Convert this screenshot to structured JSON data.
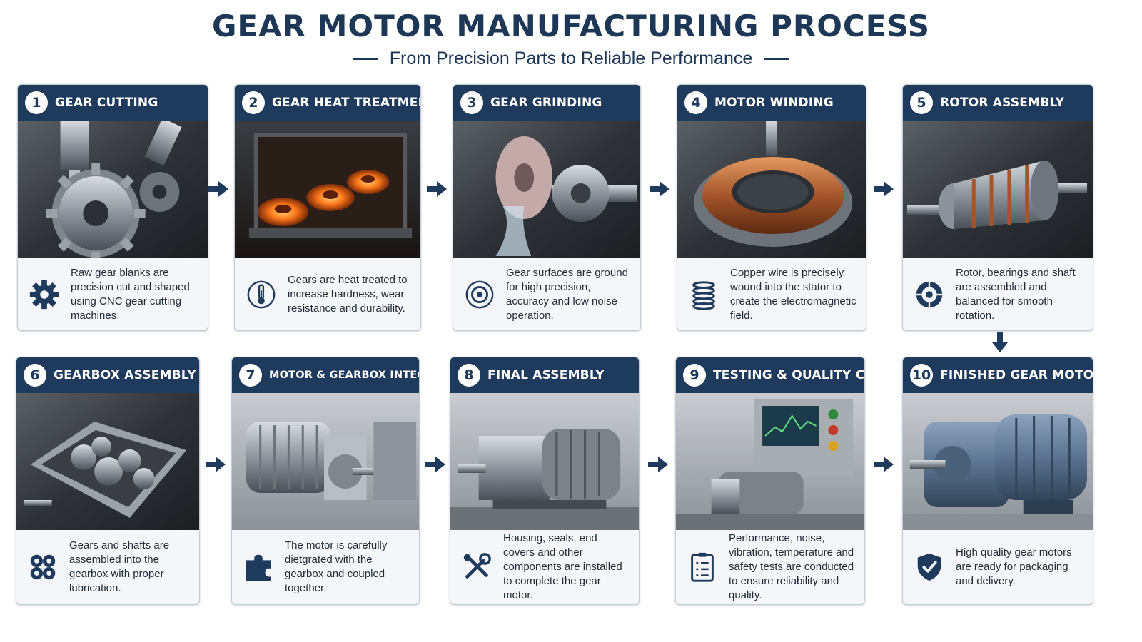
{
  "header": {
    "title": "GEAR MOTOR MANUFACTURING PROCESS",
    "subtitle": "From Precision Parts to Reliable Performance"
  },
  "colors": {
    "navy": "#1e3a5c",
    "card_bg": "#f4f6f9",
    "glow": "#ff7a1a"
  },
  "steps": [
    {
      "num": "1",
      "title": "GEAR CUTTING",
      "icon": "gear-icon",
      "desc": "Raw gear blanks are precision cut and shaped using CNC gear cutting machines."
    },
    {
      "num": "2",
      "title": "GEAR HEAT TREATMENT",
      "icon": "thermometer-icon",
      "desc": "Gears are heat treated to increase hardness, wear resistance and durability."
    },
    {
      "num": "3",
      "title": "GEAR GRINDING",
      "icon": "grinding-wheel-icon",
      "desc": "Gear surfaces are ground for high precision, accuracy and low noise operation."
    },
    {
      "num": "4",
      "title": "MOTOR WINDING",
      "icon": "coil-icon",
      "desc": "Copper wire is precisely wound into the stator to create the electromagnetic field."
    },
    {
      "num": "5",
      "title": "ROTOR ASSEMBLY",
      "icon": "rotor-icon",
      "desc": "Rotor, bearings and shaft are assembled and balanced for smooth rotation."
    },
    {
      "num": "6",
      "title": "GEARBOX ASSEMBLY",
      "icon": "gears-icon",
      "desc": "Gears and shafts are assembled into the gearbox with proper lubrication."
    },
    {
      "num": "7",
      "title": "MOTOR & GEARBOX INTEGRATION",
      "icon": "puzzle-icon",
      "desc": "The motor is carefully dietgrated with the gearbox and coupled together."
    },
    {
      "num": "8",
      "title": "FINAL ASSEMBLY",
      "icon": "tools-icon",
      "desc": "Housing, seals, end covers and other components are installed to complete the gear motor."
    },
    {
      "num": "9",
      "title": "TESTING & QUALITY CHECK",
      "icon": "checklist-icon",
      "desc": "Performance, noise, vibration, temperature and safety tests are conducted to ensure reliability and quality."
    },
    {
      "num": "10",
      "title": "FINISHED GEAR MOTOR",
      "icon": "shield-check-icon",
      "desc": "High quality gear motors are ready for packaging and delivery."
    }
  ]
}
